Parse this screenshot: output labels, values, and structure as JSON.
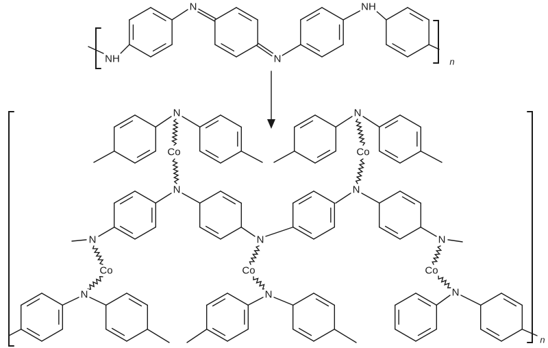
{
  "diagram": {
    "type": "chemical-structure-scheme",
    "labels": {
      "nh": "NH",
      "n_atom": "N",
      "co": "Co",
      "repeat": "n"
    },
    "colors": {
      "line": "#1a1a1a",
      "background": "#ffffff"
    }
  }
}
